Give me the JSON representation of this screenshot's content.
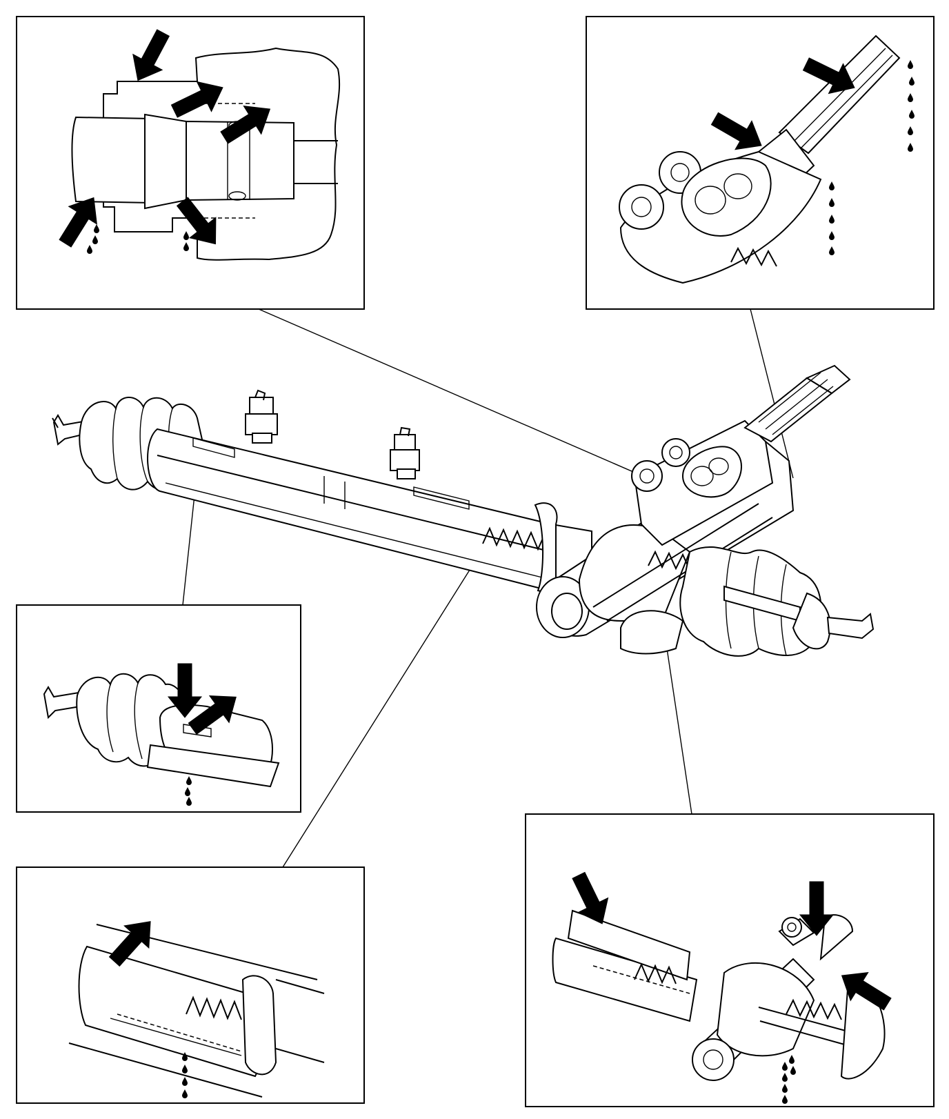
{
  "colors": {
    "ink": "#000000",
    "paper": "#ffffff"
  },
  "panels": [
    {
      "id": "top-left-inset",
      "arrows": 5,
      "leak_drips": true
    },
    {
      "id": "top-right-inset",
      "arrows": 2,
      "leak_drips": true
    },
    {
      "id": "middle-left-inset",
      "arrows": 2,
      "leak_drips": true
    },
    {
      "id": "bottom-left-inset",
      "arrows": 1,
      "leak_drips": true
    },
    {
      "id": "bottom-right-inset",
      "arrows": 3,
      "leak_drips": true
    }
  ],
  "icons": [
    "leak-arrow-icon",
    "oil-drip-icon"
  ]
}
